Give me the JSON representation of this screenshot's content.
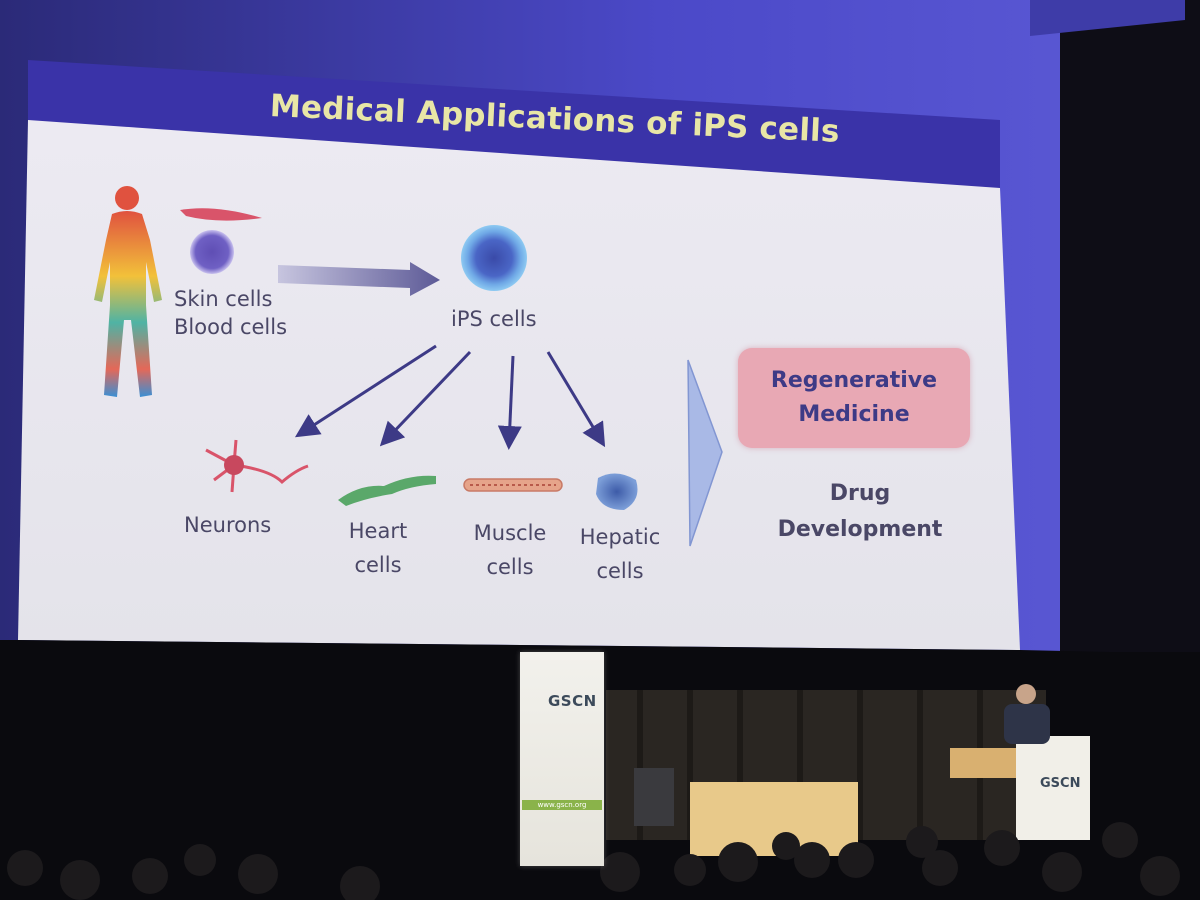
{
  "slide": {
    "title": "Medical Applications of iPS cells",
    "source_labels": [
      "Skin cells",
      "Blood cells"
    ],
    "ips_label": "iPS cells",
    "cell_types": [
      {
        "line1": "Neurons",
        "line2": ""
      },
      {
        "line1": "Heart",
        "line2": "cells"
      },
      {
        "line1": "Muscle",
        "line2": "cells"
      },
      {
        "line1": "Hepatic",
        "line2": "cells"
      }
    ],
    "applications": {
      "regenerative_line1": "Regenerative",
      "regenerative_line2": "Medicine",
      "drug_line1": "Drug",
      "drug_line2": "Development"
    }
  },
  "stage": {
    "banner_logo": "GSCN",
    "banner_url": "www.gscn.org",
    "lectern_logo": "GSCN"
  },
  "colors": {
    "slide_background": "#e9e8f0",
    "title_bar": "#3a33a8",
    "title_text": "#e8e6a6",
    "label_text": "#4a4766",
    "regen_box": "#e8a8b4",
    "regen_text": "#3d3a86",
    "arrow": "#3d3a86",
    "chevron": "#a9b9e6",
    "banner_accent": "#8ab34a"
  }
}
